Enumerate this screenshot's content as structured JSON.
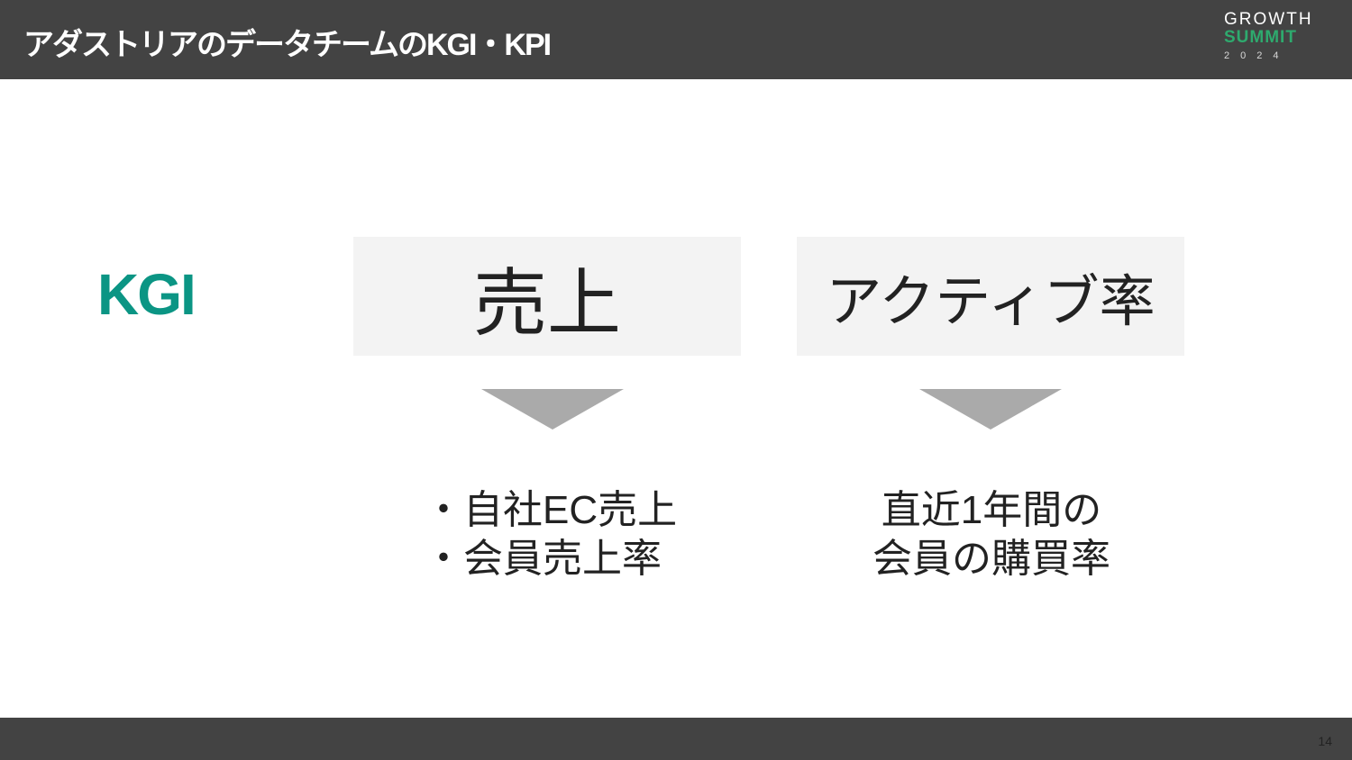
{
  "header": {
    "title": "アダストリアのデータチームのKGI・KPI",
    "logo": {
      "line1": "GROWTH",
      "line2": "SUMMIT",
      "line3": "2024"
    }
  },
  "main": {
    "kgi_label": "KGI",
    "boxes": [
      {
        "label": "売上",
        "kpis": [
          "・自社EC売上",
          "・会員売上率"
        ]
      },
      {
        "label": "アクティブ率",
        "kpis": [
          "直近1年間の",
          "会員の購買率"
        ]
      }
    ]
  },
  "footer": {
    "page_number": "14"
  },
  "colors": {
    "bar": "#434343",
    "accent": "#0b9584",
    "box": "#f3f3f3",
    "arrow": "#aaaaaa",
    "logo_green": "#2eaa6e"
  }
}
